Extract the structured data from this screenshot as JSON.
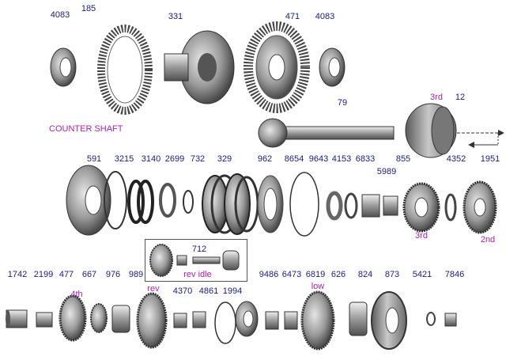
{
  "labels": {
    "row1": [
      "4083",
      "185",
      "331",
      "471",
      "4083"
    ],
    "row2": [
      "79",
      "3rd",
      "12"
    ],
    "row3": [
      "591",
      "3215",
      "3140",
      "2699",
      "732",
      "329",
      "962",
      "8654",
      "9643",
      "4153",
      "6833",
      "5989",
      "855",
      "4352",
      "1951"
    ],
    "row3_tags": [
      "3rd",
      "2nd"
    ],
    "inset": [
      "712",
      "rev idle"
    ],
    "row4": [
      "1742",
      "2199",
      "477",
      "667",
      "976",
      "989",
      "4370",
      "4861",
      "1994",
      "9486",
      "6473",
      "6819",
      "626",
      "824",
      "873",
      "5421",
      "7846"
    ],
    "row4_tags": [
      "4th",
      "rev",
      "low"
    ]
  },
  "caption": "COUNTER SHAFT",
  "colors": {
    "part_number": "#1a1a8c",
    "gear_tag": "#b020b0",
    "metal_dark": "#3a3a3a",
    "metal_mid": "#8a8a8a",
    "metal_light": "#cfcfcf",
    "arrow": "#333333"
  }
}
